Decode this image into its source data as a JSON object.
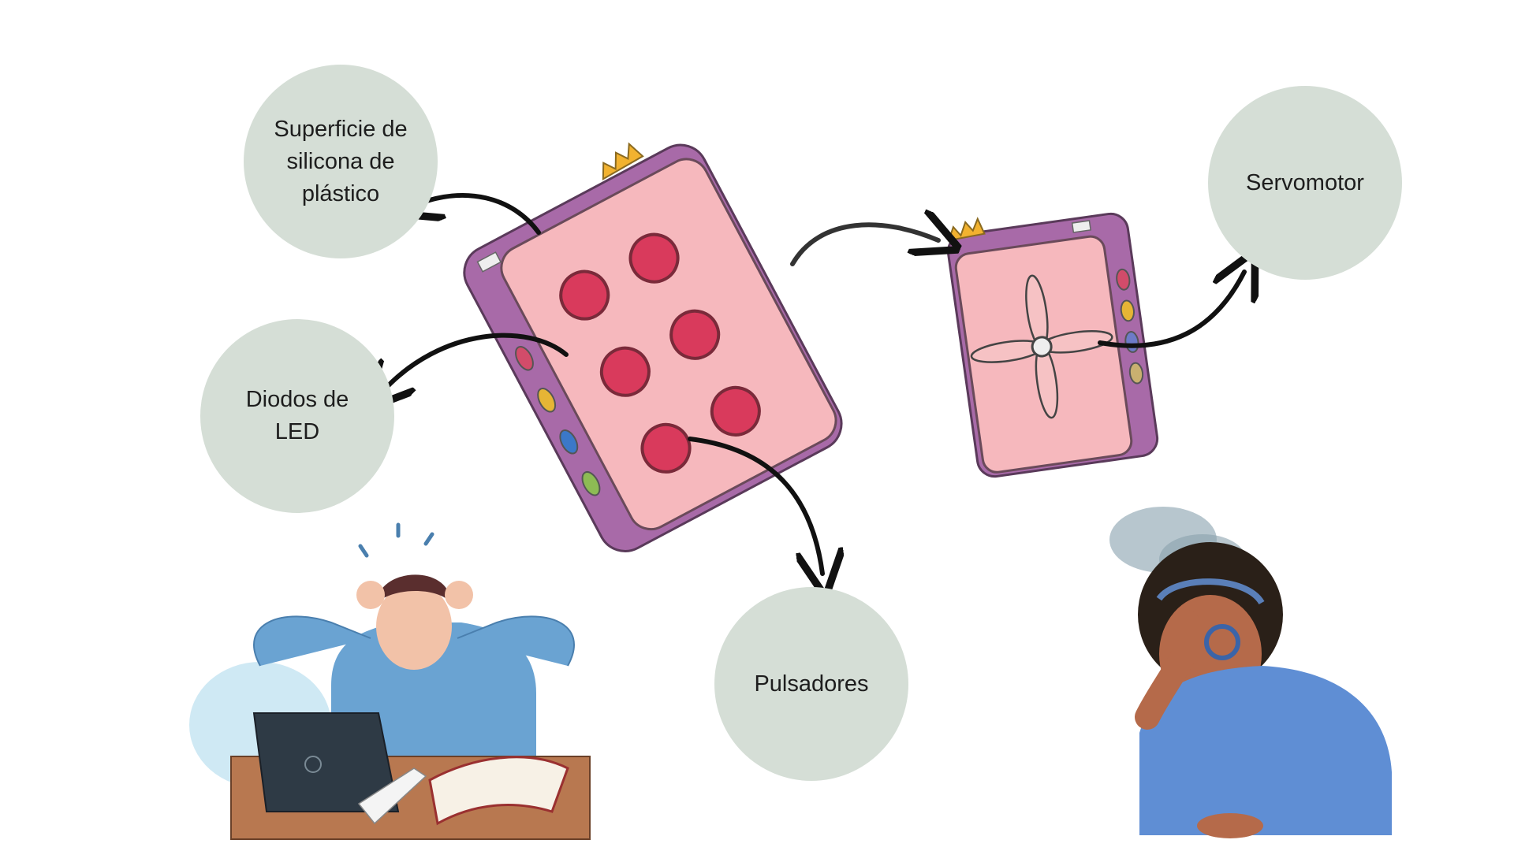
{
  "diagram": {
    "labels": {
      "surface": "Superficie de\nsilicona de\nplástico",
      "leds": "Diodos de\nLED",
      "servo": "Servomotor",
      "buttons": "Pulsadores"
    },
    "colors": {
      "bubble": "#d5ded6",
      "device_body": "#a86aa8",
      "device_face": "#f6b8bd",
      "button": "#d93a5c",
      "arrow": "#111111"
    },
    "led_colors": [
      "#d24c6a",
      "#e6b535",
      "#3b78c8",
      "#8dbb54"
    ],
    "servo_led_colors": [
      "#d24c6a",
      "#e6b535",
      "#6d7bc8",
      "#c9b070"
    ]
  }
}
